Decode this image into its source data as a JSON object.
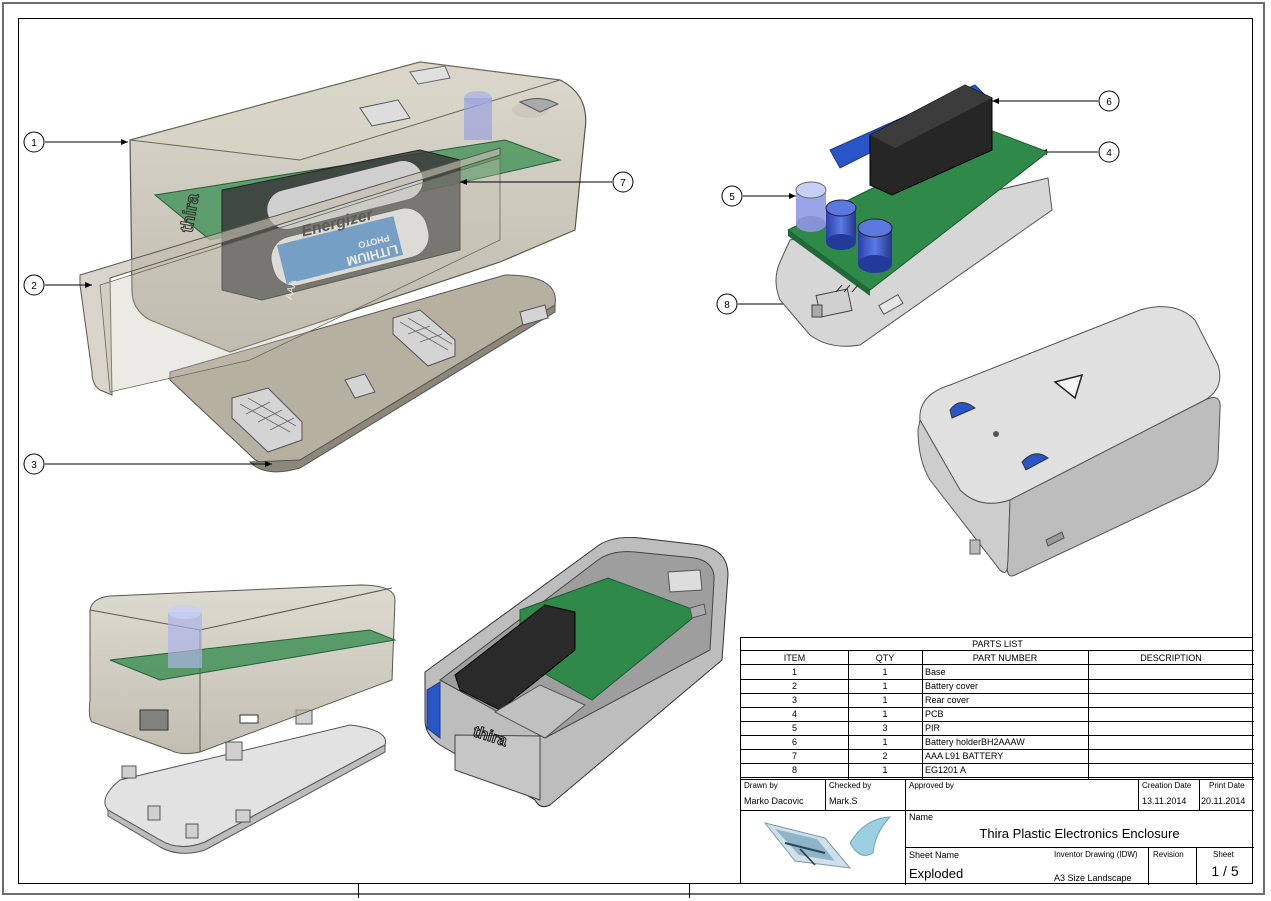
{
  "callouts": [
    "1",
    "2",
    "3",
    "4",
    "5",
    "6",
    "7",
    "8"
  ],
  "battery_label": {
    "brand": "Energizer",
    "type": "LITHIUM",
    "sub": "PHOTO",
    "size": "AAA"
  },
  "enclosure_logo": "thira",
  "parts_list": {
    "title": "PARTS LIST",
    "headers": {
      "item": "ITEM",
      "qty": "QTY",
      "part_number": "PART NUMBER",
      "description": "DESCRIPTION"
    },
    "rows": [
      {
        "item": "1",
        "qty": "1",
        "part_number": "Base",
        "description": ""
      },
      {
        "item": "2",
        "qty": "1",
        "part_number": "Battery cover",
        "description": ""
      },
      {
        "item": "3",
        "qty": "1",
        "part_number": "Rear cover",
        "description": ""
      },
      {
        "item": "4",
        "qty": "1",
        "part_number": "PCB",
        "description": ""
      },
      {
        "item": "5",
        "qty": "3",
        "part_number": "PIR",
        "description": ""
      },
      {
        "item": "6",
        "qty": "1",
        "part_number": "Battery holderBH2AAAW",
        "description": ""
      },
      {
        "item": "7",
        "qty": "2",
        "part_number": "AAA L91 BATTERY",
        "description": ""
      },
      {
        "item": "8",
        "qty": "1",
        "part_number": "EG1201 A",
        "description": ""
      }
    ]
  },
  "title_block": {
    "drawn_by_label": "Drawn by",
    "drawn_by": "Marko Dacovic",
    "checked_by_label": "Checked by",
    "checked_by": "Mark.S",
    "approved_by_label": "Approved by",
    "creation_date_label": "Creation Date",
    "creation_date": "13.11.2014",
    "print_date_label": "Print Date",
    "print_date": "20.11.2014",
    "name_label": "Name",
    "name": "Thira Plastic Electronics Enclosure",
    "sheet_name_label": "Sheet Name",
    "sheet_name": "Exploded",
    "drawing_type": "Inventor Drawing (IDW)",
    "size_label": "A3 Size Landscape",
    "revision_label": "Revision",
    "sheet_label": "Sheet",
    "sheet": "1 / 5"
  },
  "colors": {
    "enclosure_translucent": "#8c8778",
    "enclosure_solid": "#c8c8c8",
    "pcb_green": "#2f8a4a",
    "battery_holder": "#2a2a2a",
    "blue_accent": "#2a55c8"
  }
}
